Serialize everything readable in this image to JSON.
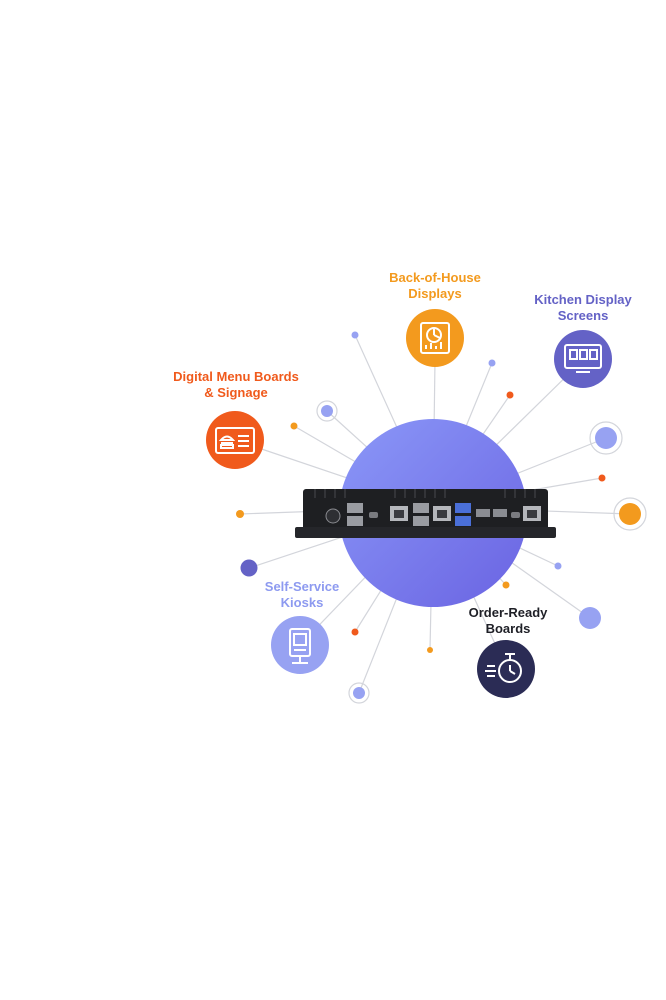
{
  "colors": {
    "orange": "#F39A1E",
    "red_orange": "#F05A1C",
    "indigo": "#6462C6",
    "periwinkle": "#97A2F2",
    "navy": "#2B2C55",
    "line": "#D2D4DA",
    "hub_light": "#7F8CF6",
    "hub_dark": "#6F6BE4"
  },
  "categories": [
    {
      "id": "back-of-house",
      "label_lines": [
        "Back-of-House",
        "Displays"
      ],
      "icon": "report-chart-icon",
      "color": "#F39A1E"
    },
    {
      "id": "kitchen-display",
      "label_lines": [
        "Kitchen Display",
        "Screens"
      ],
      "icon": "display-screen-icon",
      "color": "#6462C6"
    },
    {
      "id": "digital-menu",
      "label_lines": [
        "Digital Menu Boards",
        "& Signage"
      ],
      "icon": "menu-board-icon",
      "color": "#F05A1C"
    },
    {
      "id": "self-service",
      "label_lines": [
        "Self-Service",
        "Kiosks"
      ],
      "icon": "kiosk-icon",
      "color": "#97A2F2"
    },
    {
      "id": "order-ready",
      "label_lines": [
        "Order-Ready",
        "Boards"
      ],
      "icon": "stopwatch-icon",
      "color": "#2B2C55"
    }
  ],
  "hub": {
    "device": "mini-pc-device"
  }
}
